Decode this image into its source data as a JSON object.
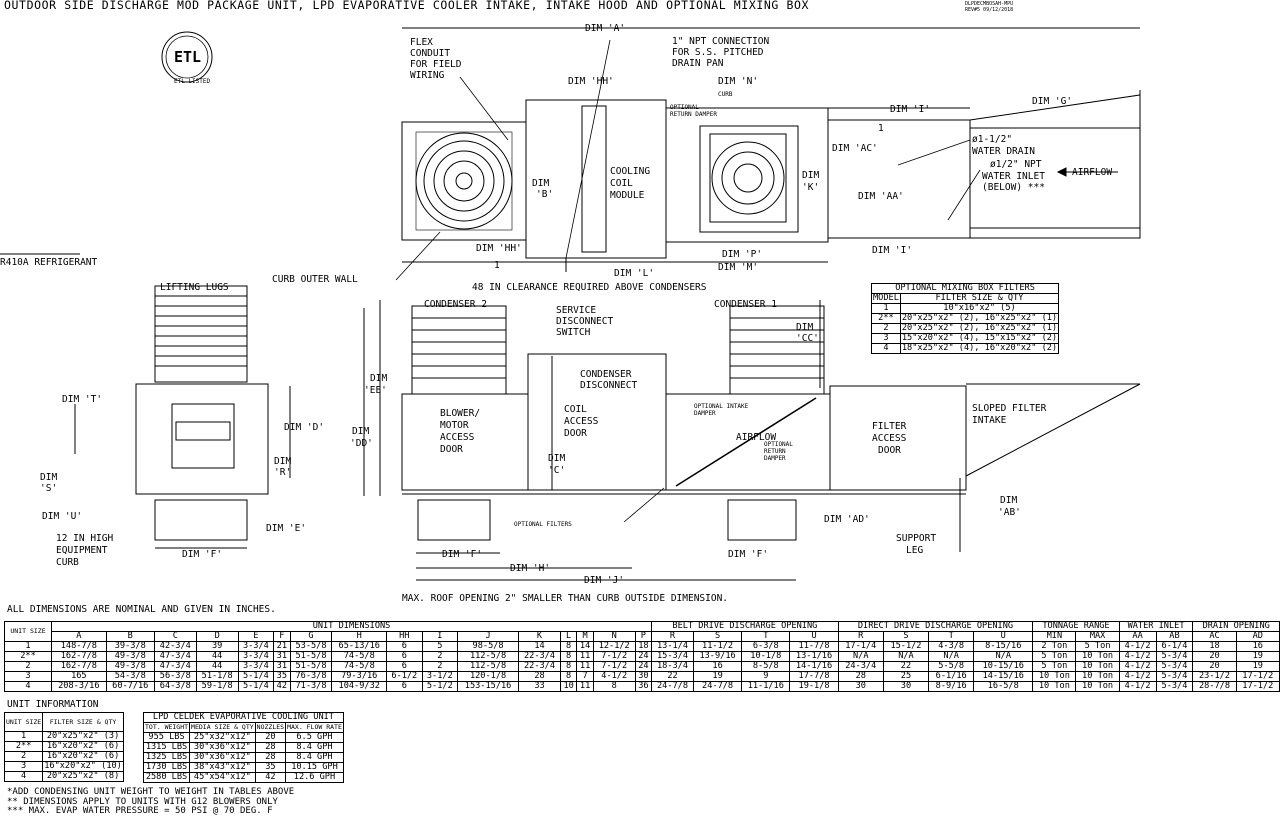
{
  "title": "OUTDOOR SIDE DISCHARGE MOD PACKAGE UNIT, LPD EVAPORATIVE COOLER INTAKE, INTAKE HOOD AND OPTIONAL MIXING BOX",
  "revision": [
    "DLPDECMBOSAH-MPU",
    "REV#5  09/12/2018"
  ],
  "refrigerant": "R410A REFRIGERANT",
  "logo_text": "ETL LISTED",
  "top_labels": {
    "dim_a": "DIM 'A'",
    "flex_conduit": [
      "FLEX",
      "CONDUIT",
      "FOR FIELD",
      "WIRING"
    ],
    "npt_conn": [
      "1\" NPT CONNECTION",
      "FOR S.S. PITCHED",
      "DRAIN PAN"
    ],
    "dim_hh": "DIM 'HH'",
    "dim_n": "DIM 'N'",
    "curb": "CURB",
    "opt_return": [
      "OPTIONAL",
      "RETURN DAMPER"
    ],
    "dim_i": "DIM 'I'",
    "dim_g": "DIM 'G'",
    "one": "1",
    "dim_b": [
      "DIM",
      "'B'"
    ],
    "cooling": [
      "COOLING",
      "COIL",
      "MODULE"
    ],
    "dim_ac": "DIM 'AC'",
    "dim_k": [
      "DIM",
      "'K'"
    ],
    "water_drain": [
      "ø1-1/2\"",
      "WATER DRAIN"
    ],
    "water_inlet": [
      "ø1/2\" NPT",
      "WATER INLET",
      "(BELOW) ***"
    ],
    "airflow": "AIRFLOW",
    "dim_aa": "DIM 'AA'",
    "dim_p": "DIM 'P'",
    "dim_m": "DIM 'M'",
    "dim_l": "DIM 'L'",
    "curb_outer": "CURB OUTER WALL",
    "clearance": "48 IN CLEARANCE REQUIRED ABOVE CONDENSERS"
  },
  "side_labels": {
    "lifting_lugs": "LIFTING LUGS",
    "dim_t": "DIM 'T'",
    "dim_d": "DIM 'D'",
    "dim_s": [
      "DIM",
      "'S'"
    ],
    "dim_r": [
      "DIM",
      "'R'"
    ],
    "dim_u": "DIM 'U'",
    "dim_e": "DIM 'E'",
    "equip_curb": [
      "12 IN HIGH",
      "EQUIPMENT",
      "CURB"
    ],
    "dim_f": "DIM 'F'"
  },
  "front_labels": {
    "condenser2": "CONDENSER 2",
    "condenser1": "CONDENSER 1",
    "service": [
      "SERVICE",
      "DISCONNECT",
      "SWITCH"
    ],
    "dim_cc": [
      "DIM",
      "'CC'"
    ],
    "dim_ee": [
      "DIM",
      "'EE'"
    ],
    "dim_dd": [
      "DIM",
      "'DD'"
    ],
    "cond_disc": [
      "CONDENSER",
      "DISCONNECT"
    ],
    "blower": [
      "BLOWER/",
      "MOTOR",
      "ACCESS",
      "DOOR"
    ],
    "coil_door": [
      "COIL",
      "ACCESS",
      "DOOR"
    ],
    "dim_c": [
      "DIM",
      "'C'"
    ],
    "opt_intake": [
      "OPTIONAL INTAKE",
      "DAMPER"
    ],
    "airflow": "AIRFLOW",
    "opt_return": [
      "OPTIONAL",
      "RETURN",
      "DAMPER"
    ],
    "filter_door": [
      "FILTER",
      "ACCESS",
      "DOOR"
    ],
    "sloped": [
      "SLOPED FILTER",
      "INTAKE"
    ],
    "dim_ab": [
      "DIM",
      "'AB'"
    ],
    "dim_ad": "DIM 'AD'",
    "support": [
      "SUPPORT",
      "LEG"
    ],
    "opt_filters": "OPTIONAL FILTERS",
    "dim_f": "DIM 'F'",
    "dim_h": "DIM 'H'",
    "dim_j": "DIM 'J'",
    "max_roof": "MAX. ROOF OPENING 2\" SMALLER THAN CURB OUTSIDE DIMENSION."
  },
  "mixing_box": {
    "title": "OPTIONAL MIXING BOX FILTERS",
    "headers": [
      "MODEL",
      "FILTER SIZE & QTY"
    ],
    "rows": [
      [
        "1",
        "10\"x16\"x2\" (5)"
      ],
      [
        "2**",
        "20\"x25\"x2\" (2), 16\"x25\"x2\" (1)"
      ],
      [
        "2",
        "20\"x25\"x2\" (2), 16\"x25\"x2\" (1)"
      ],
      [
        "3",
        "15\"x20\"x2\" (4), 15\"x15\"x2\" (2)"
      ],
      [
        "4",
        "18\"x25\"x2\" (4), 16\"x20\"x2\" (2)"
      ]
    ]
  },
  "all_dims_note": "ALL DIMENSIONS ARE NOMINAL AND GIVEN IN INCHES.",
  "dims_table": {
    "groups": [
      "UNIT DIMENSIONS",
      "BELT DRIVE DISCHARGE OPENING",
      "DIRECT DRIVE DISCHARGE OPENING",
      "TONNAGE RANGE",
      "WATER INLET",
      "DRAIN OPENING"
    ],
    "unit_size": "UNIT SIZE",
    "headers": [
      "A",
      "B",
      "C",
      "D",
      "E",
      "F",
      "G",
      "H",
      "HH",
      "I",
      "J",
      "K",
      "L",
      "M",
      "N",
      "P",
      "R",
      "S",
      "T",
      "U",
      "R",
      "S",
      "T",
      "U",
      "MIN",
      "MAX",
      "AA",
      "AB",
      "AC",
      "AD"
    ],
    "rows": [
      [
        "1",
        "148-7/8",
        "39-3/8",
        "42-3/4",
        "39",
        "3-3/4",
        "21",
        "53-5/8",
        "65-13/16",
        "6",
        "5",
        "98-5/8",
        "14",
        "8",
        "14",
        "12-1/2",
        "18",
        "13-1/4",
        "11-1/2",
        "6-3/8",
        "11-7/8",
        "17-1/4",
        "15-1/2",
        "4-3/8",
        "8-15/16",
        "2 Ton",
        "5 Ton",
        "4-1/2",
        "6-1/4",
        "18",
        "16"
      ],
      [
        "2**",
        "162-7/8",
        "49-3/8",
        "47-3/4",
        "44",
        "3-3/4",
        "31",
        "51-5/8",
        "74-5/8",
        "6",
        "2",
        "112-5/8",
        "22-3/4",
        "8",
        "11",
        "7-1/2",
        "24",
        "15-3/4",
        "13-9/16",
        "10-1/8",
        "13-1/16",
        "N/A",
        "N/A",
        "N/A",
        "N/A",
        "5 Ton",
        "10 Ton",
        "4-1/2",
        "5-3/4",
        "20",
        "19"
      ],
      [
        "2",
        "162-7/8",
        "49-3/8",
        "47-3/4",
        "44",
        "3-3/4",
        "31",
        "51-5/8",
        "74-5/8",
        "6",
        "2",
        "112-5/8",
        "22-3/4",
        "8",
        "11",
        "7-1/2",
        "24",
        "18-3/4",
        "16",
        "8-5/8",
        "14-1/16",
        "24-3/4",
        "22",
        "5-5/8",
        "10-15/16",
        "5 Ton",
        "10 Ton",
        "4-1/2",
        "5-3/4",
        "20",
        "19"
      ],
      [
        "3",
        "165",
        "54-3/8",
        "56-3/8",
        "51-1/8",
        "5-1/4",
        "35",
        "76-3/8",
        "79-3/16",
        "6-1/2",
        "3-1/2",
        "120-1/8",
        "28",
        "8",
        "7",
        "4-1/2",
        "30",
        "22",
        "19",
        "9",
        "17-7/8",
        "28",
        "25",
        "6-1/16",
        "14-15/16",
        "10 Ton",
        "10 Ton",
        "4-1/2",
        "5-3/4",
        "23-1/2",
        "17-1/2"
      ],
      [
        "4",
        "208-3/16",
        "60-7/16",
        "64-3/8",
        "59-1/8",
        "5-1/4",
        "42",
        "71-3/8",
        "104-9/32",
        "6",
        "5-1/2",
        "153-15/16",
        "33",
        "10",
        "11",
        "8",
        "36",
        "24-7/8",
        "24-7/8",
        "11-1/16",
        "19-1/8",
        "30",
        "30",
        "8-9/16",
        "16-5/8",
        "10 Ton",
        "10 Ton",
        "4-1/2",
        "5-3/4",
        "28-7/8",
        "17-1/2"
      ]
    ]
  },
  "unit_info": {
    "title": "UNIT INFORMATION",
    "headers": [
      "UNIT SIZE",
      "FILTER SIZE & QTY"
    ],
    "rows": [
      [
        "1",
        "20\"x25\"x2\" (3)"
      ],
      [
        "2**",
        "16\"x20\"x2\" (6)"
      ],
      [
        "2",
        "16\"x20\"x2\" (6)"
      ],
      [
        "3",
        "16\"x20\"x2\" (10)"
      ],
      [
        "4",
        "20\"x25\"x2\" (8)"
      ]
    ]
  },
  "celdek": {
    "title": "LPD CELDEK EVAPORATIVE COOLING UNIT",
    "headers": [
      "TOT. WEIGHT",
      "MEDIA SIZE & QTY",
      "NOZZLES",
      "MAX. FLOW RATE"
    ],
    "rows": [
      [
        "955 LBS",
        "25\"x32\"x12\"",
        "20",
        "6.5 GPH"
      ],
      [
        "1315 LBS",
        "30\"x36\"x12\"",
        "28",
        "8.4 GPH"
      ],
      [
        "1325 LBS",
        "30\"x36\"x12\"",
        "28",
        "8.4 GPH"
      ],
      [
        "1730 LBS",
        "38\"x43\"x12\"",
        "35",
        "10.15 GPH"
      ],
      [
        "2580 LBS",
        "45\"x54\"x12\"",
        "42",
        "12.6 GPH"
      ]
    ]
  },
  "footnotes": [
    "*ADD CONDENSING UNIT WEIGHT TO WEIGHT IN TABLES ABOVE",
    "** DIMENSIONS APPLY TO UNITS WITH G12 BLOWERS ONLY",
    "*** MAX. EVAP WATER PRESSURE = 50 PSI @ 70 DEG. F"
  ]
}
